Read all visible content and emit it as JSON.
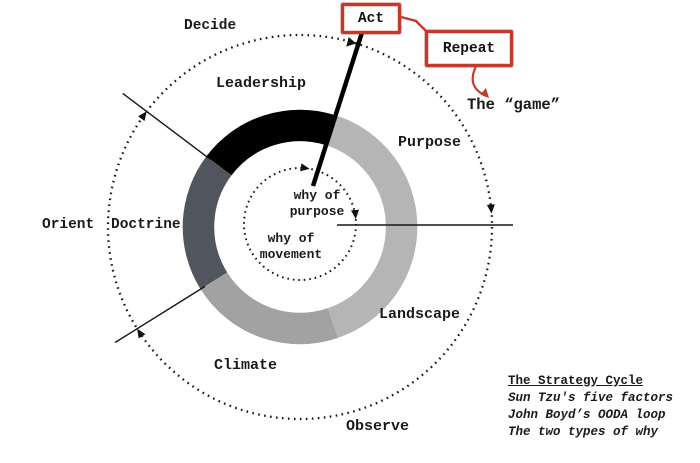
{
  "ooda": {
    "decide": "Decide",
    "orient": "Orient",
    "observe": "Observe",
    "act": "Act",
    "repeat": "Repeat",
    "the_game": "The “game”"
  },
  "factors": {
    "leadership": "Leadership",
    "purpose": "Purpose",
    "landscape": "Landscape",
    "climate": "Climate",
    "doctrine": "Doctrine"
  },
  "center": {
    "why_of_purpose": [
      "why of",
      "purpose"
    ],
    "why_of_movement": [
      "why of",
      "movement"
    ]
  },
  "legend": {
    "title": "The Strategy Cycle",
    "items": [
      "Sun Tzu's five factors",
      "John Boyd’s OODA loop",
      "The two types of why"
    ]
  },
  "colors": {
    "ink": "#1a1a1a",
    "leadership_segment": "#000000",
    "doctrine_segment": "#51565e",
    "climate_segment": "#a2a2a2",
    "purpose_landscape_segment": "#b5b5b5",
    "accent_red": "#c23a2c"
  }
}
